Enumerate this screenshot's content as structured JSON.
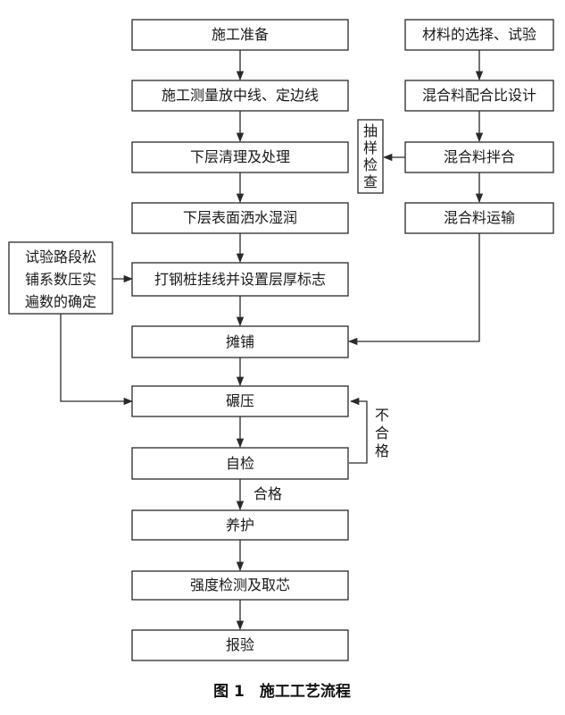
{
  "main_steps": [
    "施工准备",
    "施工测量放中线、定边线",
    "下层清理及处理",
    "下层表面洒水湿润",
    "打钢桩挂线并设置层厚标志",
    "摊铺",
    "碾压",
    "自检",
    "养护",
    "强度检测及取芯",
    "报验"
  ],
  "material_steps": [
    "材料的选择、试验",
    "混合料配合比设计",
    "混合料拌合",
    "混合料运输"
  ],
  "sampling_box": [
    "抽",
    "样",
    "检",
    "查"
  ],
  "trial_box": [
    "试验路段松",
    "铺系数压实",
    "遍数的确定"
  ],
  "edge_labels": {
    "fail": [
      "不",
      "合",
      "格"
    ],
    "pass": "合格"
  },
  "caption": "图 1　施工工艺流程"
}
